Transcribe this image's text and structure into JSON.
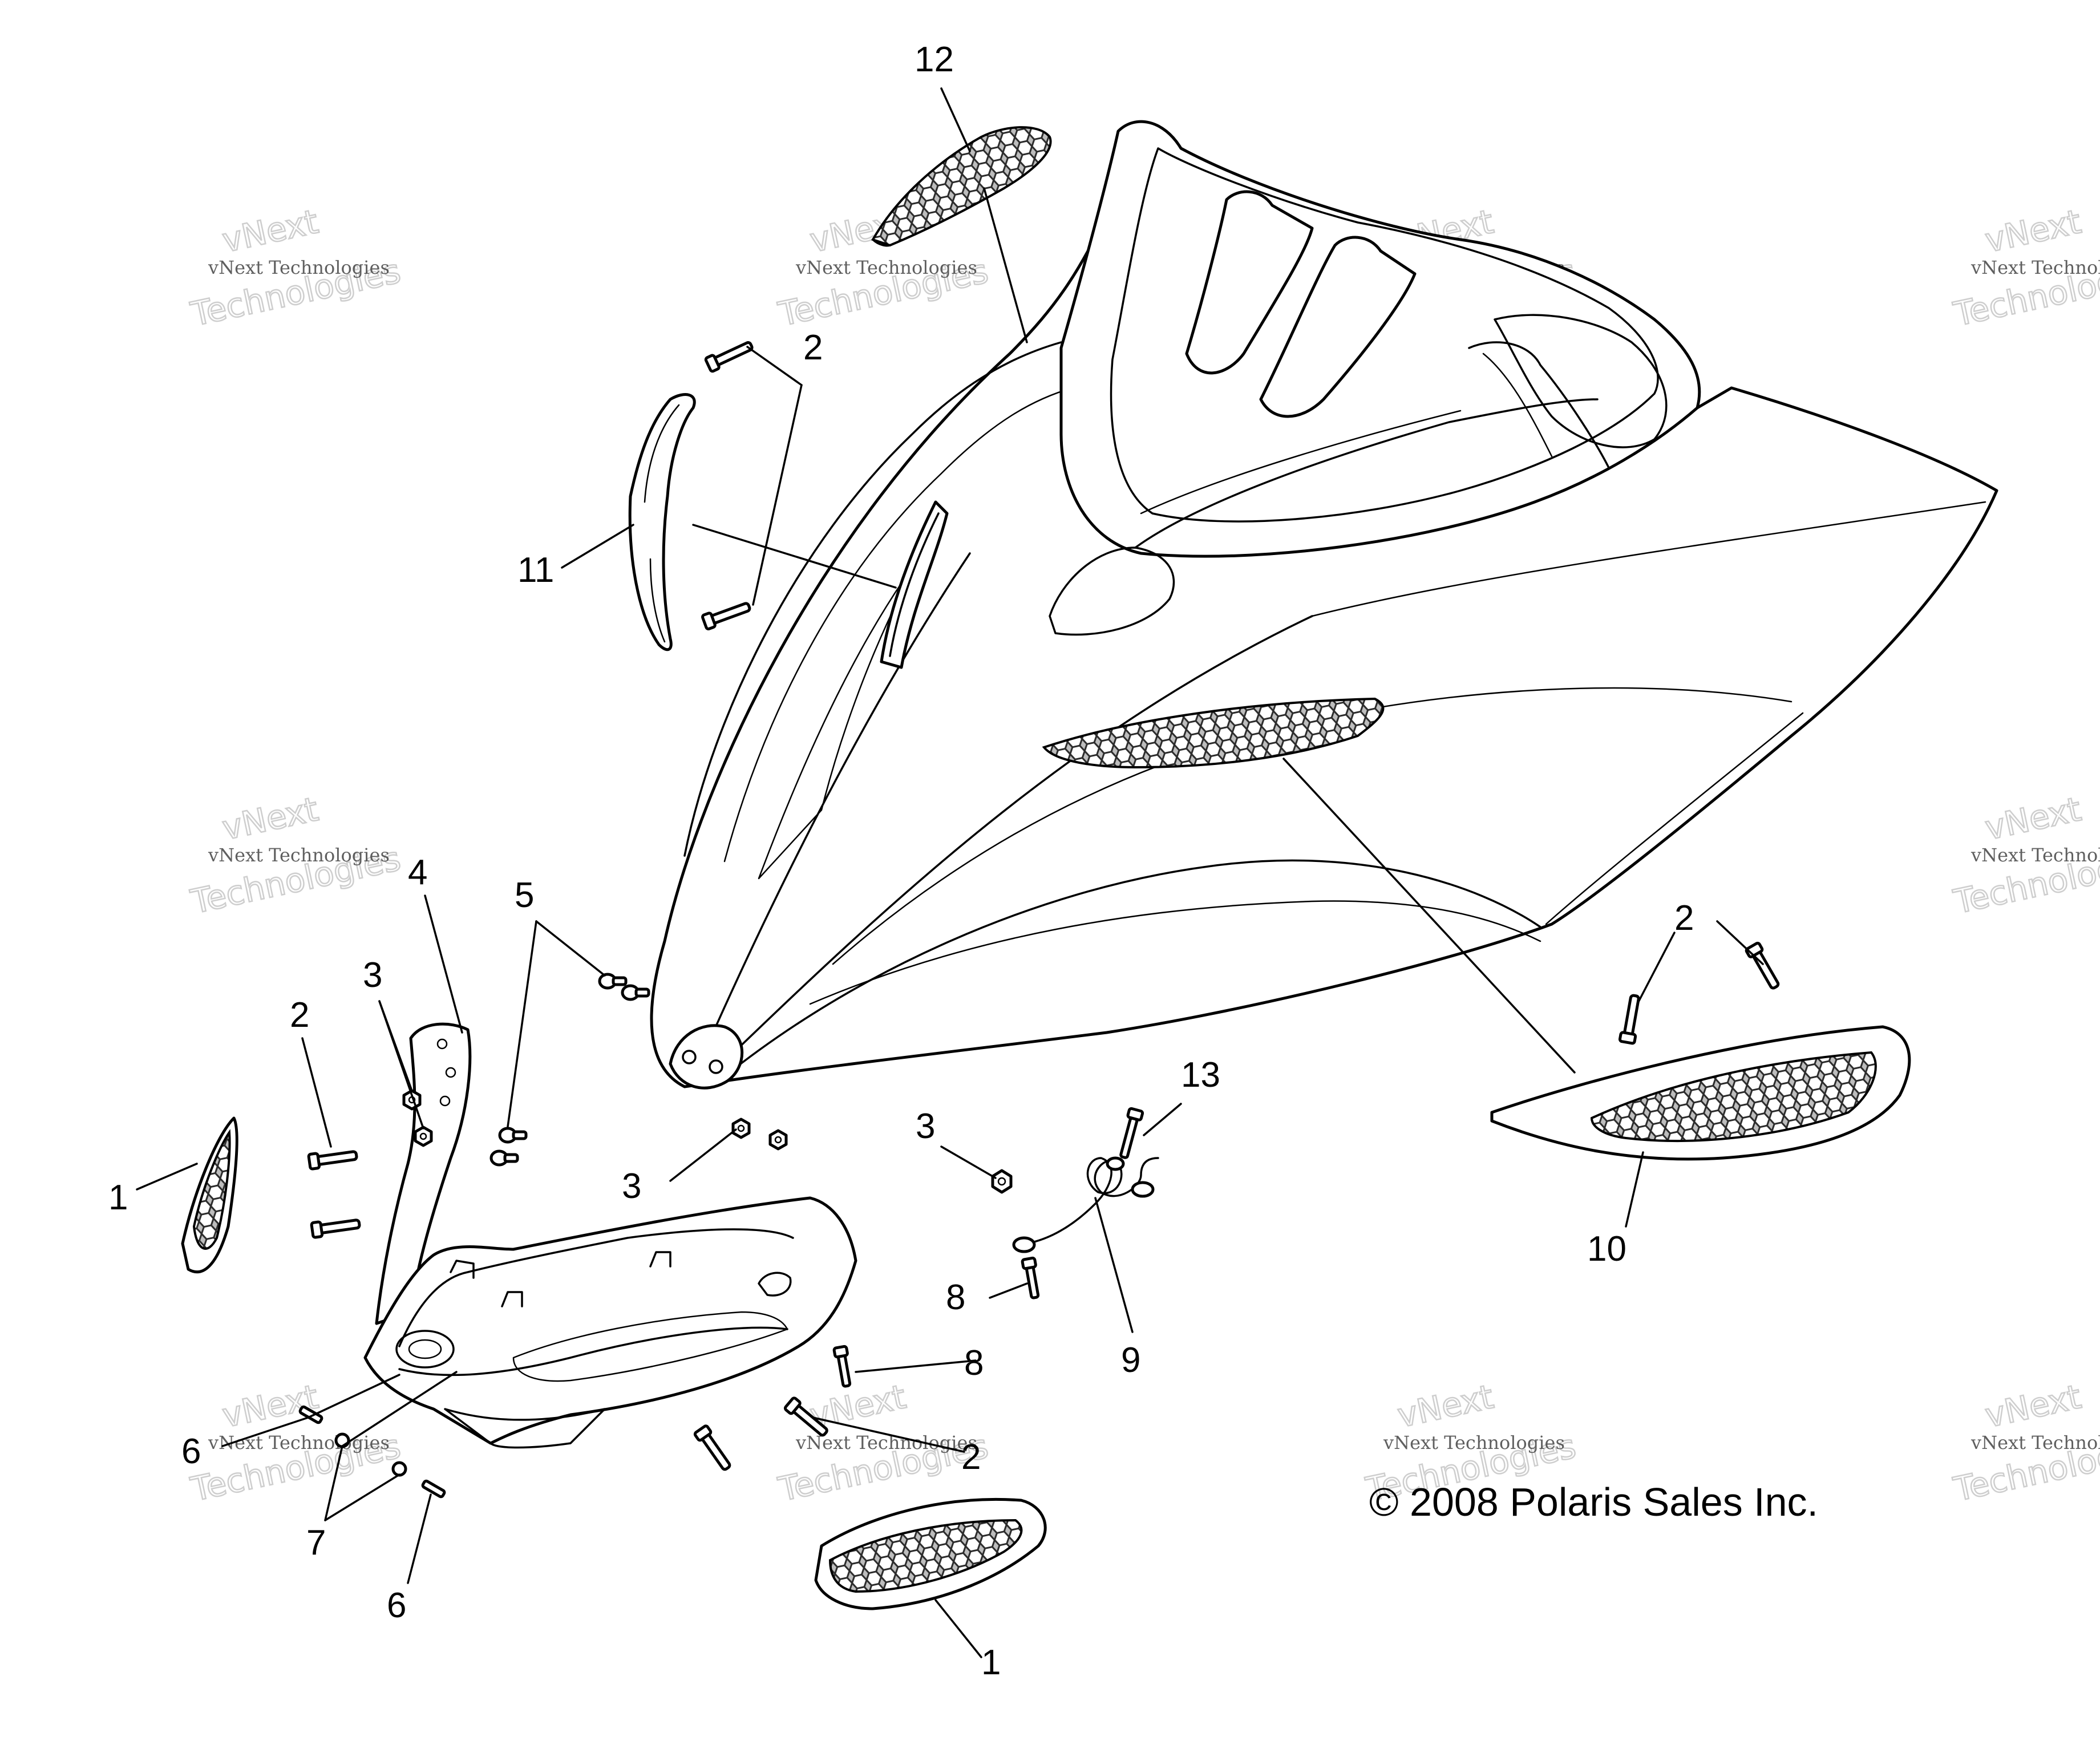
{
  "diagram": {
    "title": "",
    "copyright": "© 2008 Polaris Sales Inc.",
    "watermark": {
      "line1": "vNext Technologies",
      "line2": "Technologies",
      "line3": "vNext"
    },
    "callouts": [
      {
        "id": "c12",
        "label": "12"
      },
      {
        "id": "c2a",
        "label": "2"
      },
      {
        "id": "c11",
        "label": "11"
      },
      {
        "id": "c4",
        "label": "4"
      },
      {
        "id": "c5",
        "label": "5"
      },
      {
        "id": "c3a",
        "label": "3"
      },
      {
        "id": "c2b",
        "label": "2"
      },
      {
        "id": "c1a",
        "label": "1"
      },
      {
        "id": "c3b",
        "label": "3"
      },
      {
        "id": "c3c",
        "label": "3"
      },
      {
        "id": "c13",
        "label": "13"
      },
      {
        "id": "c2c",
        "label": "2"
      },
      {
        "id": "c10",
        "label": "10"
      },
      {
        "id": "c8a",
        "label": "8"
      },
      {
        "id": "c9",
        "label": "9"
      },
      {
        "id": "c8b",
        "label": "8"
      },
      {
        "id": "c2d",
        "label": "2"
      },
      {
        "id": "c6a",
        "label": "6"
      },
      {
        "id": "c7",
        "label": "7"
      },
      {
        "id": "c6b",
        "label": "6"
      },
      {
        "id": "c1b",
        "label": "1"
      }
    ]
  }
}
